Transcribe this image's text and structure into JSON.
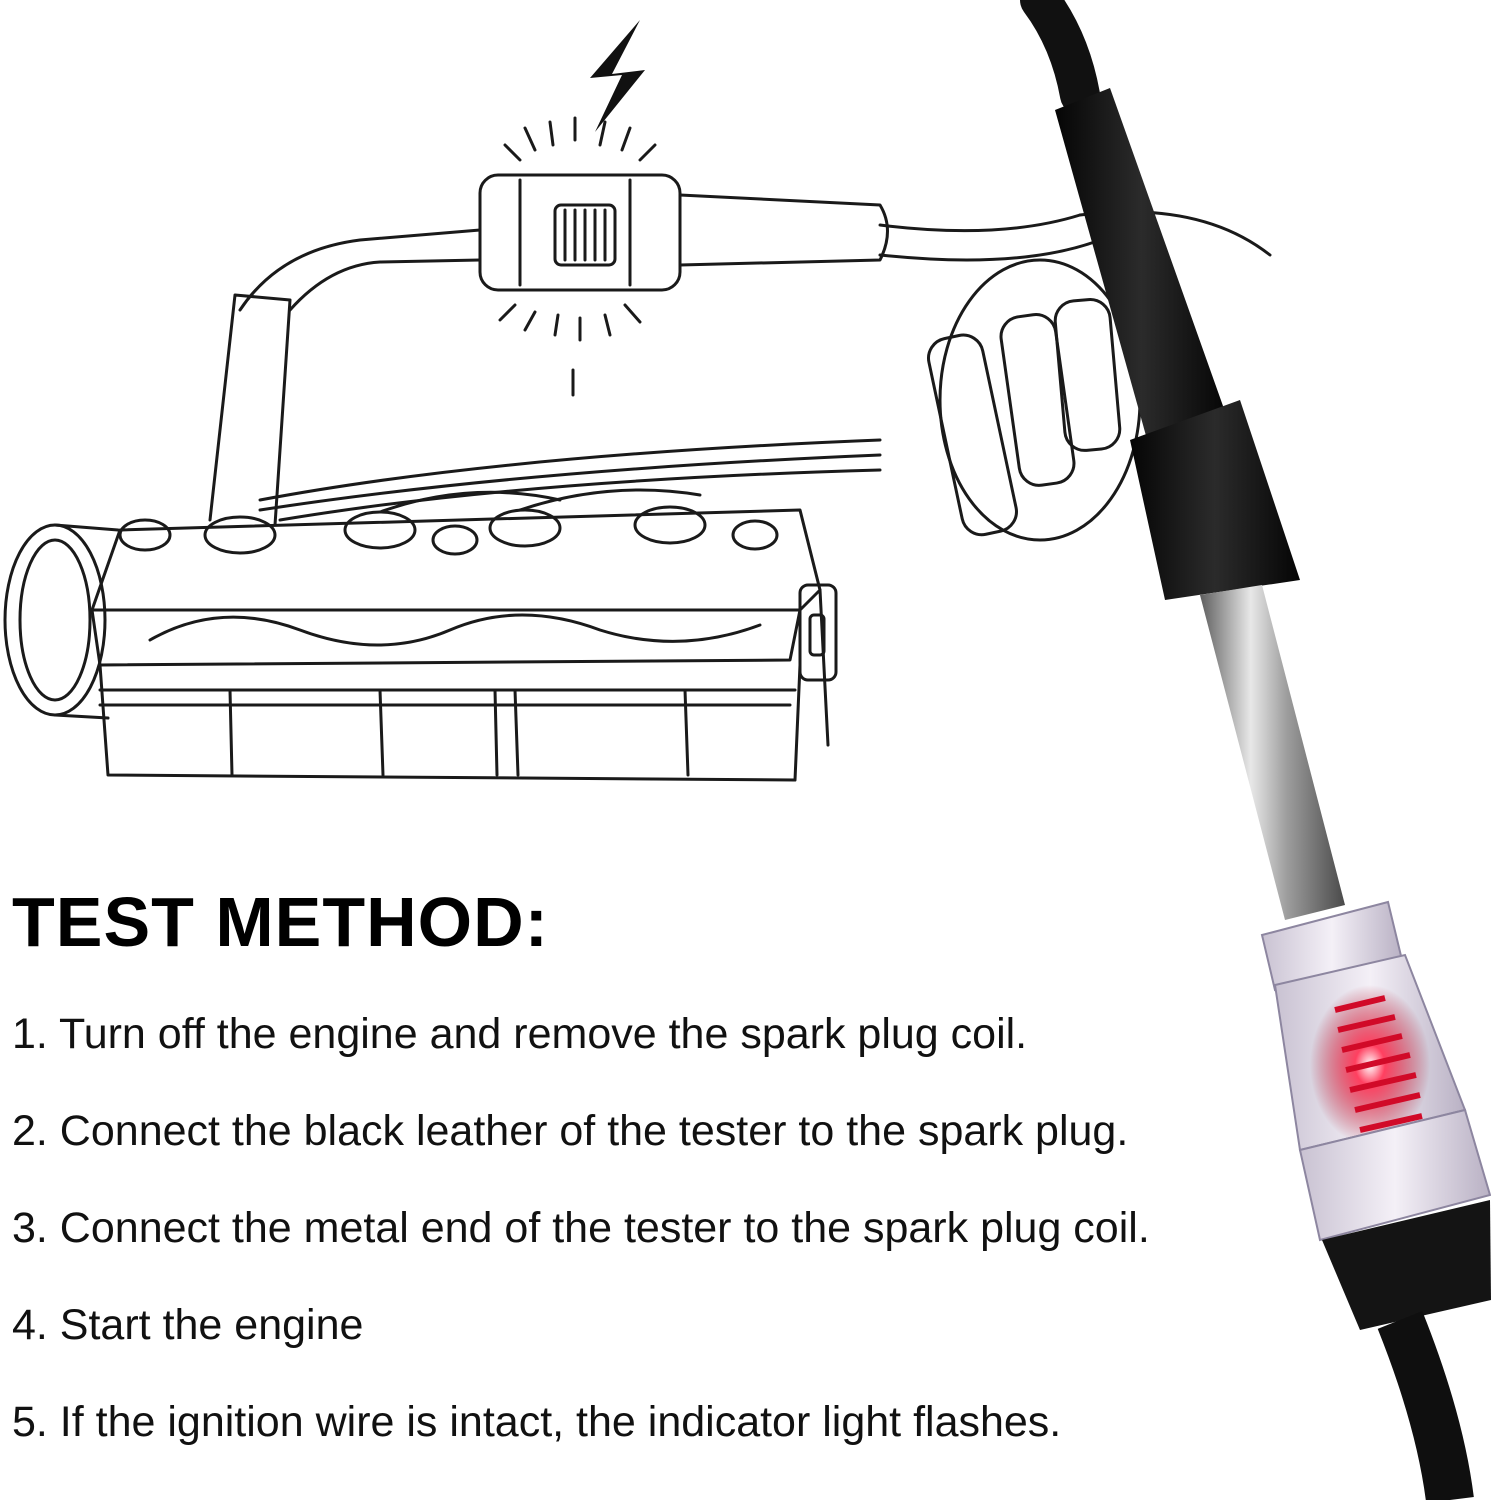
{
  "heading": "TEST METHOD:",
  "steps": [
    "1. Turn off the engine and remove the spark plug coil.",
    "2. Connect the black leather of the tester to the spark plug.",
    "3. Connect the metal end of the tester to the spark plug coil.",
    "4. Start the engine",
    "5. If the ignition wire is intact, the indicator light flashes."
  ],
  "colors": {
    "line_art": "#1a1a1a",
    "cable": "#0f0f0f",
    "metal_tip": "#9a9a9a",
    "indicator_glow": "#e0102a",
    "background": "#ffffff"
  }
}
